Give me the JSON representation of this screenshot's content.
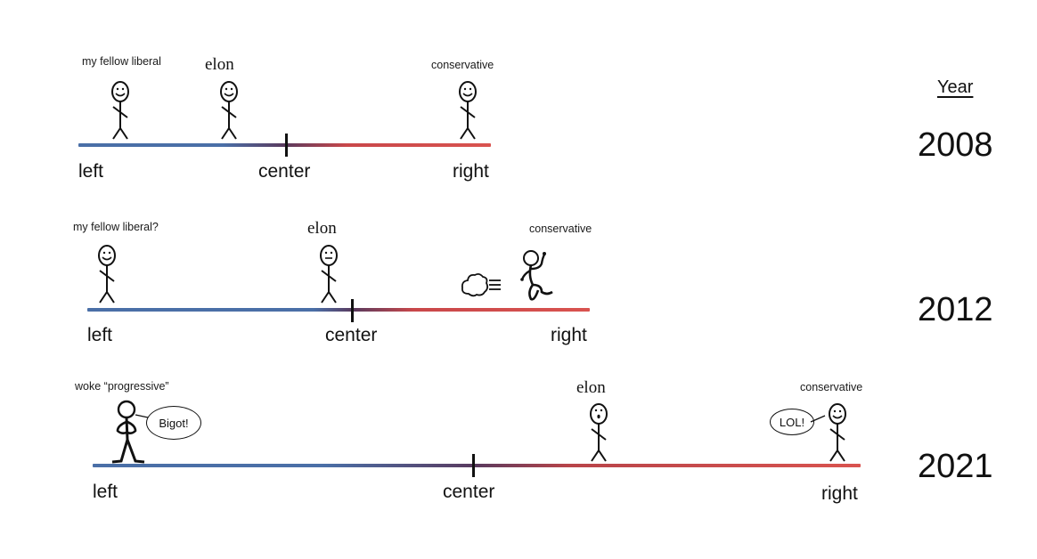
{
  "colors": {
    "left": "#4a6fa7",
    "center": "#5a3a5e",
    "right": "#d9534f",
    "ink": "#111111"
  },
  "year_header": "Year",
  "rows": [
    {
      "year": "2008",
      "axis": {
        "left": "left",
        "center": "center",
        "right": "right"
      },
      "figures": [
        {
          "label": "my fellow liberal",
          "face": "smile"
        },
        {
          "label": "elon",
          "face": "smile"
        },
        {
          "label": "conservative",
          "face": "smile"
        }
      ]
    },
    {
      "year": "2012",
      "axis": {
        "left": "left",
        "center": "center",
        "right": "right"
      },
      "figures": [
        {
          "label": "my fellow liberal?",
          "face": "smile"
        },
        {
          "label": "elon",
          "face": "neutral"
        },
        {
          "label": "conservative",
          "face": "running"
        }
      ]
    },
    {
      "year": "2021",
      "axis": {
        "left": "left",
        "center": "center",
        "right": "right"
      },
      "figures": [
        {
          "label": "woke “progressive”",
          "face": "angry",
          "speech": "Bigot!"
        },
        {
          "label": "elon",
          "face": "shocked"
        },
        {
          "label": "conservative",
          "face": "smile",
          "speech": "LOL!"
        }
      ]
    }
  ]
}
